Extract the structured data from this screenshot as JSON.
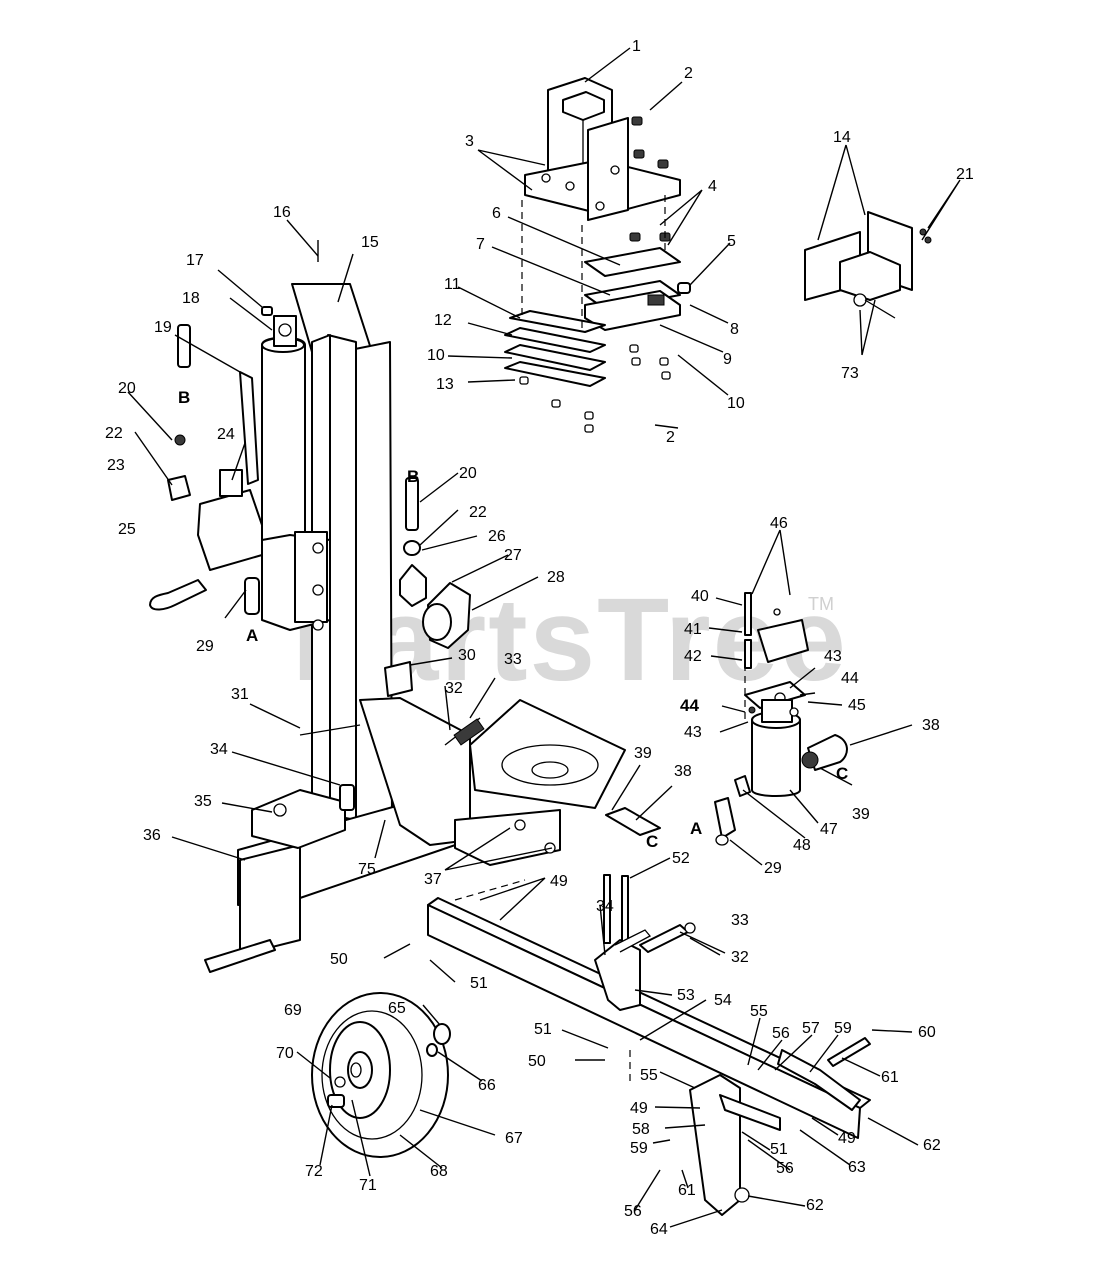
{
  "watermark": {
    "brand": "PartsTree",
    "trademark": "TM"
  },
  "callouts": [
    {
      "id": "1",
      "text": "1"
    },
    {
      "id": "2a",
      "text": "2"
    },
    {
      "id": "3",
      "text": "3"
    },
    {
      "id": "4",
      "text": "4"
    },
    {
      "id": "5",
      "text": "5"
    },
    {
      "id": "6",
      "text": "6"
    },
    {
      "id": "7",
      "text": "7"
    },
    {
      "id": "8",
      "text": "8"
    },
    {
      "id": "9",
      "text": "9"
    },
    {
      "id": "10a",
      "text": "10"
    },
    {
      "id": "10b",
      "text": "10"
    },
    {
      "id": "11",
      "text": "11"
    },
    {
      "id": "12",
      "text": "12"
    },
    {
      "id": "13",
      "text": "13"
    },
    {
      "id": "2b",
      "text": "2"
    },
    {
      "id": "14",
      "text": "14"
    },
    {
      "id": "21",
      "text": "21"
    },
    {
      "id": "73",
      "text": "73"
    },
    {
      "id": "16",
      "text": "16"
    },
    {
      "id": "15",
      "text": "15"
    },
    {
      "id": "17",
      "text": "17"
    },
    {
      "id": "18",
      "text": "18"
    },
    {
      "id": "19",
      "text": "19"
    },
    {
      "id": "20a",
      "text": "20"
    },
    {
      "id": "B1",
      "text": "B"
    },
    {
      "id": "22a",
      "text": "22"
    },
    {
      "id": "23",
      "text": "23"
    },
    {
      "id": "24",
      "text": "24"
    },
    {
      "id": "25",
      "text": "25"
    },
    {
      "id": "29a",
      "text": "29"
    },
    {
      "id": "A1",
      "text": "A"
    },
    {
      "id": "B2",
      "text": "B"
    },
    {
      "id": "20b",
      "text": "20"
    },
    {
      "id": "22b",
      "text": "22"
    },
    {
      "id": "26",
      "text": "26"
    },
    {
      "id": "27",
      "text": "27"
    },
    {
      "id": "28",
      "text": "28"
    },
    {
      "id": "30",
      "text": "30"
    },
    {
      "id": "31",
      "text": "31"
    },
    {
      "id": "32a",
      "text": "32"
    },
    {
      "id": "33a",
      "text": "33"
    },
    {
      "id": "34a",
      "text": "34"
    },
    {
      "id": "35",
      "text": "35"
    },
    {
      "id": "36",
      "text": "36"
    },
    {
      "id": "75",
      "text": "75"
    },
    {
      "id": "37",
      "text": "37"
    },
    {
      "id": "39a",
      "text": "39"
    },
    {
      "id": "38a",
      "text": "38"
    },
    {
      "id": "C1",
      "text": "C"
    },
    {
      "id": "46",
      "text": "46"
    },
    {
      "id": "40",
      "text": "40"
    },
    {
      "id": "41",
      "text": "41"
    },
    {
      "id": "42",
      "text": "42"
    },
    {
      "id": "43a",
      "text": "43"
    },
    {
      "id": "44a",
      "text": "44"
    },
    {
      "id": "44b",
      "text": "44"
    },
    {
      "id": "45",
      "text": "45"
    },
    {
      "id": "43b",
      "text": "43"
    },
    {
      "id": "38b",
      "text": "38"
    },
    {
      "id": "C2",
      "text": "C"
    },
    {
      "id": "39b",
      "text": "39"
    },
    {
      "id": "47",
      "text": "47"
    },
    {
      "id": "48",
      "text": "48"
    },
    {
      "id": "A2",
      "text": "A"
    },
    {
      "id": "29b",
      "text": "29"
    },
    {
      "id": "52",
      "text": "52"
    },
    {
      "id": "49a",
      "text": "49"
    },
    {
      "id": "34b",
      "text": "34"
    },
    {
      "id": "33b",
      "text": "33"
    },
    {
      "id": "32b",
      "text": "32"
    },
    {
      "id": "50a",
      "text": "50"
    },
    {
      "id": "51a",
      "text": "51"
    },
    {
      "id": "53",
      "text": "53"
    },
    {
      "id": "54",
      "text": "54"
    },
    {
      "id": "65",
      "text": "65"
    },
    {
      "id": "69",
      "text": "69"
    },
    {
      "id": "70",
      "text": "70"
    },
    {
      "id": "66",
      "text": "66"
    },
    {
      "id": "67",
      "text": "67"
    },
    {
      "id": "68",
      "text": "68"
    },
    {
      "id": "72",
      "text": "72"
    },
    {
      "id": "71",
      "text": "71"
    },
    {
      "id": "51b",
      "text": "51"
    },
    {
      "id": "50b",
      "text": "50"
    },
    {
      "id": "55a",
      "text": "55"
    },
    {
      "id": "56a",
      "text": "56"
    },
    {
      "id": "57",
      "text": "57"
    },
    {
      "id": "59a",
      "text": "59"
    },
    {
      "id": "60",
      "text": "60"
    },
    {
      "id": "61a",
      "text": "61"
    },
    {
      "id": "55b",
      "text": "55"
    },
    {
      "id": "49b",
      "text": "49"
    },
    {
      "id": "58",
      "text": "58"
    },
    {
      "id": "59b",
      "text": "59"
    },
    {
      "id": "49c",
      "text": "49"
    },
    {
      "id": "51c",
      "text": "51"
    },
    {
      "id": "62a",
      "text": "62"
    },
    {
      "id": "63",
      "text": "63"
    },
    {
      "id": "56b",
      "text": "56"
    },
    {
      "id": "61b",
      "text": "61"
    },
    {
      "id": "56c",
      "text": "56"
    },
    {
      "id": "62b",
      "text": "62"
    },
    {
      "id": "64",
      "text": "64"
    }
  ]
}
